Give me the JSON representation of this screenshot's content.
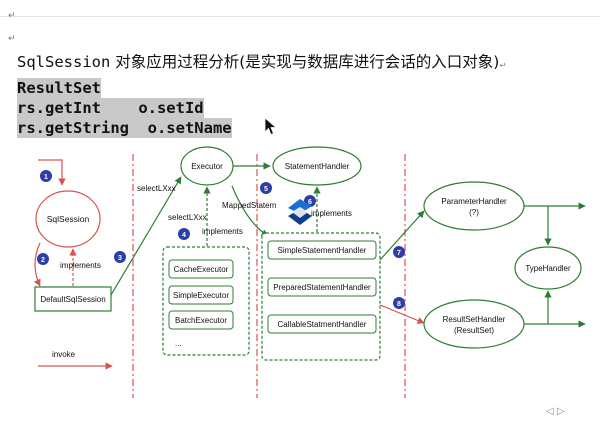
{
  "heading": {
    "prefix": "SqlSession",
    "rest": " 对象应用过程分析(是实现与数据库进行会话的入口对象)",
    "para_mark": "↵"
  },
  "code_lines": [
    "ResultSet",
    "rs.getInt    o.setId",
    "rs.getString  o.setName"
  ],
  "diagram": {
    "nodes": {
      "sqlsession": "SqlSession",
      "default_sqlsession": "DefaultSqlSession",
      "executor": "Executor",
      "cache_executor": "CacheExecutor",
      "simple_executor": "SimpleExecutor",
      "batch_executor": "BatchExecutor",
      "executor_ellipsis": "...",
      "statement_handler": "StatementHandler",
      "simple_statement_handler": "SimpleStatementHandler",
      "prepared_statement_handler": "PreparedStatementHandler",
      "callable_statement_handler": "CallableStatmentHandler",
      "parameter_handler": "ParameterHandler",
      "parameter_handler_sub": "(?)",
      "resultset_handler": "ResultSetHandler",
      "resultset_handler_sub": "(ResultSet)",
      "type_handler": "TypeHandler"
    },
    "labels": {
      "implements_1": "implements",
      "implements_2": "implements",
      "implements_3": "implements",
      "selectl_1": "selectLXxx",
      "selectl_2": "selectLXxx",
      "mapped_statement": "MappedStatem",
      "invoke": "invoke"
    },
    "step_numbers": [
      "1",
      "2",
      "3",
      "4",
      "5",
      "6",
      "7",
      "8"
    ],
    "colors": {
      "red": "#d9534f",
      "green": "#2e7d32",
      "badge": "#2c3ea8"
    }
  }
}
